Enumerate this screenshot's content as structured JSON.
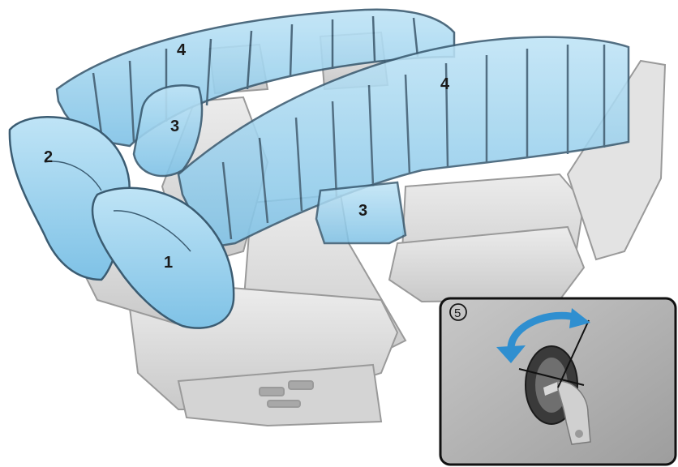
{
  "labels": {
    "frontal_driver": "1",
    "knee_or_seat": "2",
    "side_front": "3",
    "side_rear": "3",
    "curtain_left": "4",
    "curtain_right": "4",
    "inset": "5"
  },
  "colors": {
    "airbag_fill": "#9fd4ee",
    "airbag_stroke": "#3b5c72",
    "seat_fill": "#dcdcdc",
    "inset_bg": "#b7b7b7",
    "arrow": "#2f8fd0"
  },
  "icons": {
    "inset_switch": "airbag-off-key-switch-icon",
    "rotate_arrow": "curved-rotate-arrow-icon"
  }
}
